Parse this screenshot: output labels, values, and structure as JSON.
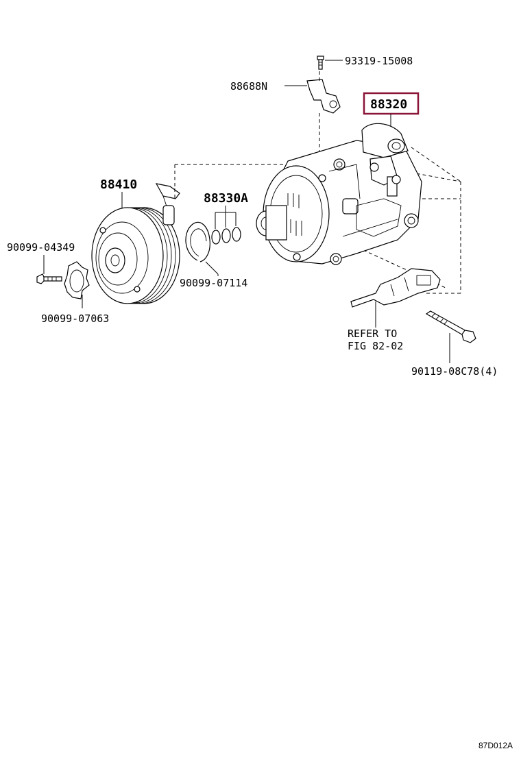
{
  "labels": {
    "p93319": "93319-15008",
    "p88688": "88688N",
    "p88320": "88320",
    "p88410": "88410",
    "p88330": "88330A",
    "p04349": "90099-04349",
    "p07114": "90099-07114",
    "p07063": "90099-07063",
    "refer_line1": "REFER TO",
    "refer_line2": "FIG 82-02",
    "p08c78": "90119-08C78(4)",
    "fig_id": "87D012A"
  },
  "colors": {
    "highlight_box": "#8b1538",
    "line": "#000000",
    "background": "#ffffff"
  },
  "icons": {
    "compressor": "ac-compressor-icon",
    "clutch": "magnetic-clutch-pulley-icon",
    "bolt": "bolt-icon",
    "bracket": "bracket-icon",
    "snap_ring": "snap-ring-icon",
    "o_ring": "o-ring-icon",
    "shim": "shim-washer-icon"
  }
}
